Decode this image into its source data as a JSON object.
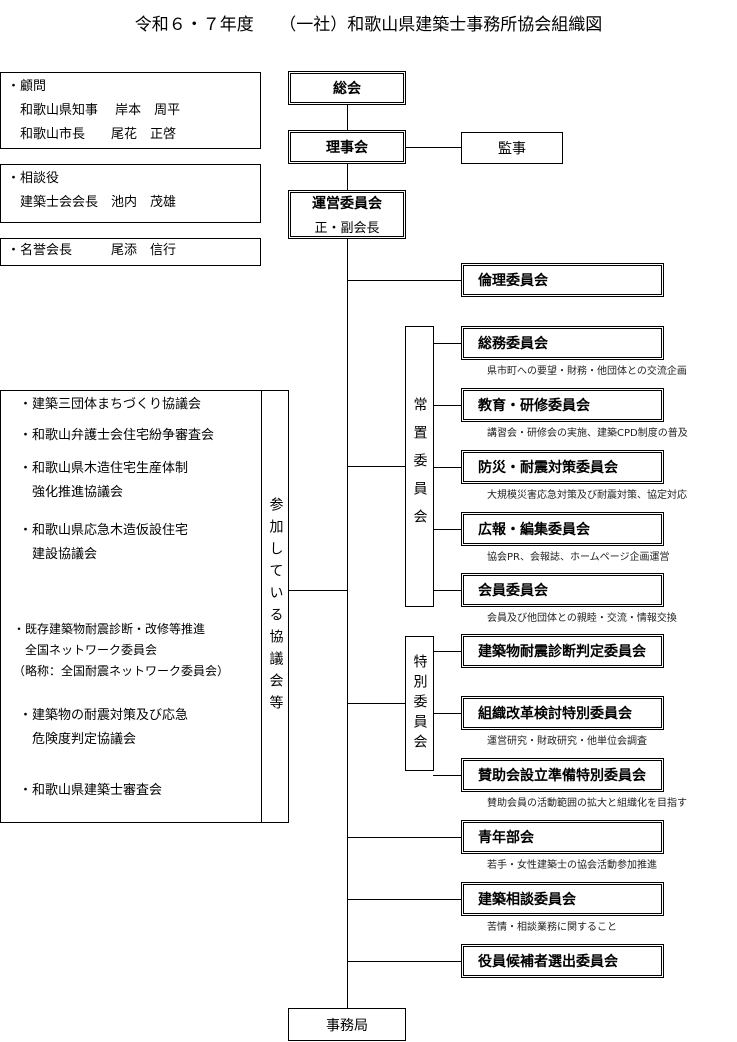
{
  "title": "令和６・７年度　　（一社）和歌山県建築士事務所協会組織図",
  "main": {
    "general": "総会",
    "board": "理事会",
    "auditor": "監事",
    "steering": "運営委員会",
    "steering_sub": "正・副会長",
    "office": "事務局"
  },
  "advisors": {
    "lines": [
      "・顧問",
      "　和歌山県知事　 岸本　周平",
      "　和歌山市長　　尾花　正啓"
    ]
  },
  "counselor": {
    "lines": [
      "・相談役",
      "　建築士会会長　池内　茂雄"
    ]
  },
  "honorary": {
    "lines": [
      "・名誉会長　　　尾添　信行"
    ]
  },
  "participating": {
    "label": "参加している協議会等",
    "items": [
      "・建築三団体まちづくり協議会",
      "・和歌山弁護士会住宅紛争審査会",
      "・和歌山県木造住宅生産体制\n　強化推進協議会",
      "・和歌山県応急木造仮設住宅\n　建設協議会",
      "・既存建築物耐震診断・改修等推進\n　全国ネットワーク委員会\n（略称：全国耐震ネットワーク委員会）",
      "・建築物の耐震対策及び応急\n　危険度判定協議会",
      "・和歌山県建築士審査会"
    ]
  },
  "groups": {
    "standing": "常置委員会",
    "special": "特別委員会"
  },
  "committees": [
    {
      "name": "倫理委員会",
      "desc": ""
    },
    {
      "name": "総務委員会",
      "desc": "県市町への要望・財務・他団体との交流企画"
    },
    {
      "name": "教育・研修委員会",
      "desc": "講習会・研修会の実施、建築CPD制度の普及"
    },
    {
      "name": "防災・耐震対策委員会",
      "desc": "大規模災害応急対策及び耐震対策、協定対応"
    },
    {
      "name": "広報・編集委員会",
      "desc": "協会PR、会報誌、ホームページ企画運営"
    },
    {
      "name": "会員委員会",
      "desc": "会員及び他団体との親睦・交流・情報交換"
    },
    {
      "name": "建築物耐震診断判定委員会",
      "desc": ""
    },
    {
      "name": "組織改革検討特別委員会",
      "desc": "運営研究・財政研究・他単位会調査"
    },
    {
      "name": "賛助会設立準備特別委員会",
      "desc": "賛助会員の活動範囲の拡大と組織化を目指す"
    },
    {
      "name": "青年部会",
      "desc": "若手・女性建築士の協会活動参加推進"
    },
    {
      "name": "建築相談委員会",
      "desc": "苦情・相談業務に関すること"
    },
    {
      "name": "役員候補者選出委員会",
      "desc": ""
    }
  ]
}
